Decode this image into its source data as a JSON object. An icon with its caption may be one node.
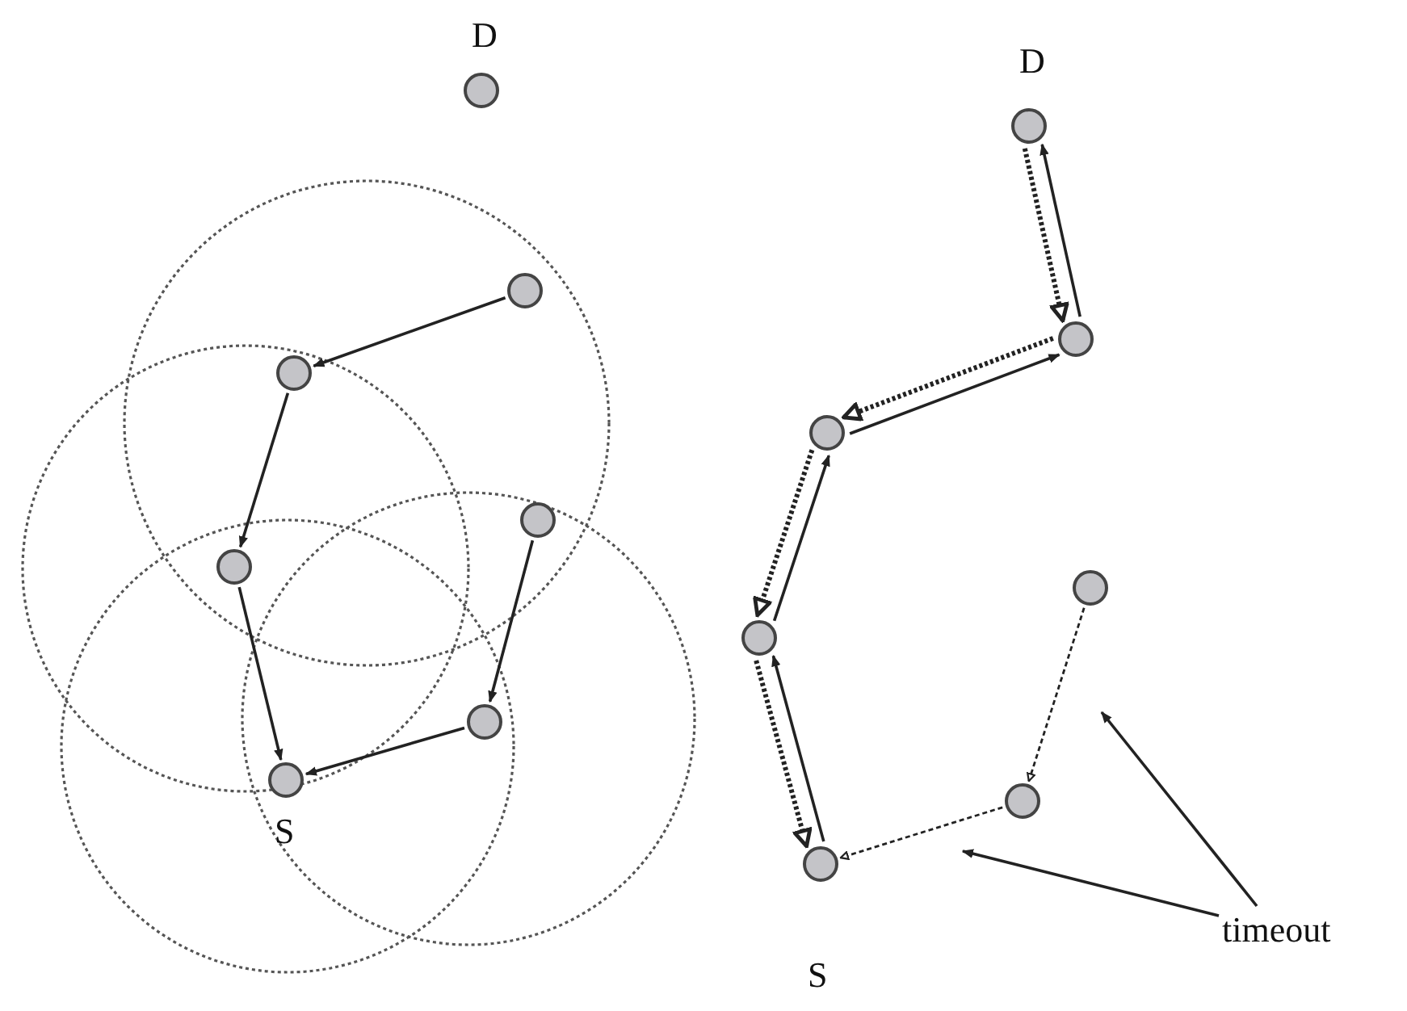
{
  "diagram": {
    "nodes": [
      {
        "text": [],
        "shape": "circle",
        "beside": [
          "D"
        ]
      },
      {
        "text": [],
        "shape": "circle"
      },
      {
        "text": [],
        "shape": "circle"
      },
      {
        "text": [],
        "shape": "circle"
      },
      {
        "text": [],
        "shape": "circle"
      },
      {
        "text": [],
        "shape": "circle"
      },
      {
        "text": [],
        "shape": "circle",
        "beside": [
          "S"
        ]
      },
      {
        "text": [],
        "shape": "circle",
        "beside": [
          "D"
        ]
      },
      {
        "text": [],
        "shape": "circle"
      },
      {
        "text": [],
        "shape": "circle"
      },
      {
        "text": [],
        "shape": "circle"
      },
      {
        "text": [],
        "shape": "circle",
        "beside": [
          "S"
        ]
      },
      {
        "text": [],
        "shape": "circle"
      },
      {
        "text": [],
        "shape": "circle"
      },
      {
        "text": [
          "timeout"
        ]
      }
    ],
    "edges": [
      {
        "from": 1,
        "to": 2,
        "arrow": "to"
      },
      {
        "from": 2,
        "to": 3,
        "arrow": "to"
      },
      {
        "from": 3,
        "to": 6,
        "arrow": "to"
      },
      {
        "from": 4,
        "to": 5,
        "arrow": "to"
      },
      {
        "from": 5,
        "to": 6,
        "arrow": "to"
      },
      {
        "from": 7,
        "to": 8,
        "arrow": "to",
        "style": "dashed"
      },
      {
        "from": 8,
        "to": 7,
        "arrow": "to"
      },
      {
        "from": 8,
        "to": 9,
        "arrow": "to",
        "style": "dashed"
      },
      {
        "from": 9,
        "to": 8,
        "arrow": "to"
      },
      {
        "from": 9,
        "to": 10,
        "arrow": "to",
        "style": "dashed"
      },
      {
        "from": 10,
        "to": 9,
        "arrow": "to"
      },
      {
        "from": 10,
        "to": 11,
        "arrow": "to",
        "style": "dashed"
      },
      {
        "from": 11,
        "to": 10,
        "arrow": "to"
      },
      {
        "from": 12,
        "to": 13,
        "arrow": "to",
        "style": "dashed"
      },
      {
        "from": 13,
        "to": 11,
        "arrow": "to",
        "style": "dashed"
      },
      {
        "from": 14,
        "to": null,
        "arrow": "to"
      },
      {
        "from": 14,
        "to": null,
        "arrow": "to"
      }
    ]
  }
}
